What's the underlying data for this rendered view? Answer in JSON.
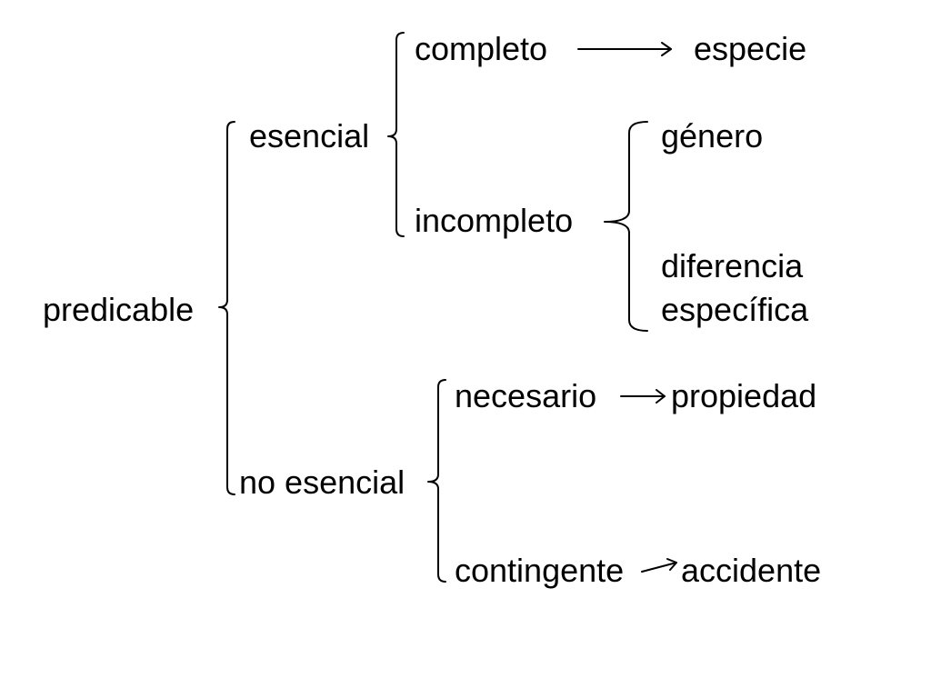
{
  "diagram": {
    "root": "predicable",
    "branches": [
      {
        "label": "esencial",
        "children": [
          {
            "label": "completo",
            "result": "especie"
          },
          {
            "label": "incompleto",
            "results": [
              "género",
              "diferencia",
              "específica"
            ]
          }
        ]
      },
      {
        "label": "no esencial",
        "children": [
          {
            "label": "necesario",
            "result": "propiedad"
          },
          {
            "label": "contingente",
            "result": "accidente"
          }
        ]
      }
    ]
  },
  "colors": {
    "text": "#000000",
    "background": "#ffffff"
  }
}
